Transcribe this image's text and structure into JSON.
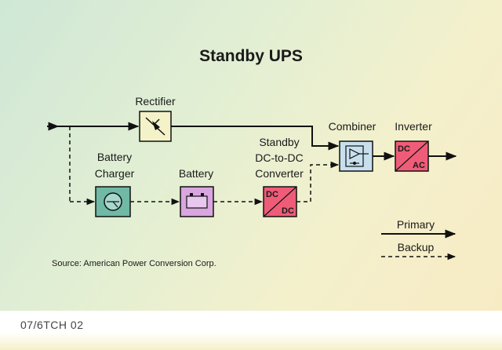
{
  "title": "Standby UPS",
  "blocks": {
    "rectifier": "Rectifier",
    "battery_charger_line1": "Battery",
    "battery_charger_line2": "Charger",
    "battery": "Battery",
    "converter_line1": "Standby",
    "converter_line2": "DC-to-DC",
    "converter_line3": "Converter",
    "combiner": "Combiner",
    "inverter": "Inverter"
  },
  "box_text": {
    "dc_top": "DC",
    "dc_bottom": "DC",
    "inv_top": "DC",
    "inv_bottom": "AC"
  },
  "legend": {
    "primary": "Primary",
    "backup": "Backup"
  },
  "source": "Source: American Power Conversion Corp.",
  "figure_code": "07/6TCH 02",
  "colors": {
    "rectifier_fill": "#f4f2c8",
    "charger_fill": "#6fb9a5",
    "battery_fill": "#d9a6e0",
    "converter_fill": "#ef5c78",
    "combiner_fill": "#c8e0ee",
    "inverter_fill": "#ef5c78"
  }
}
